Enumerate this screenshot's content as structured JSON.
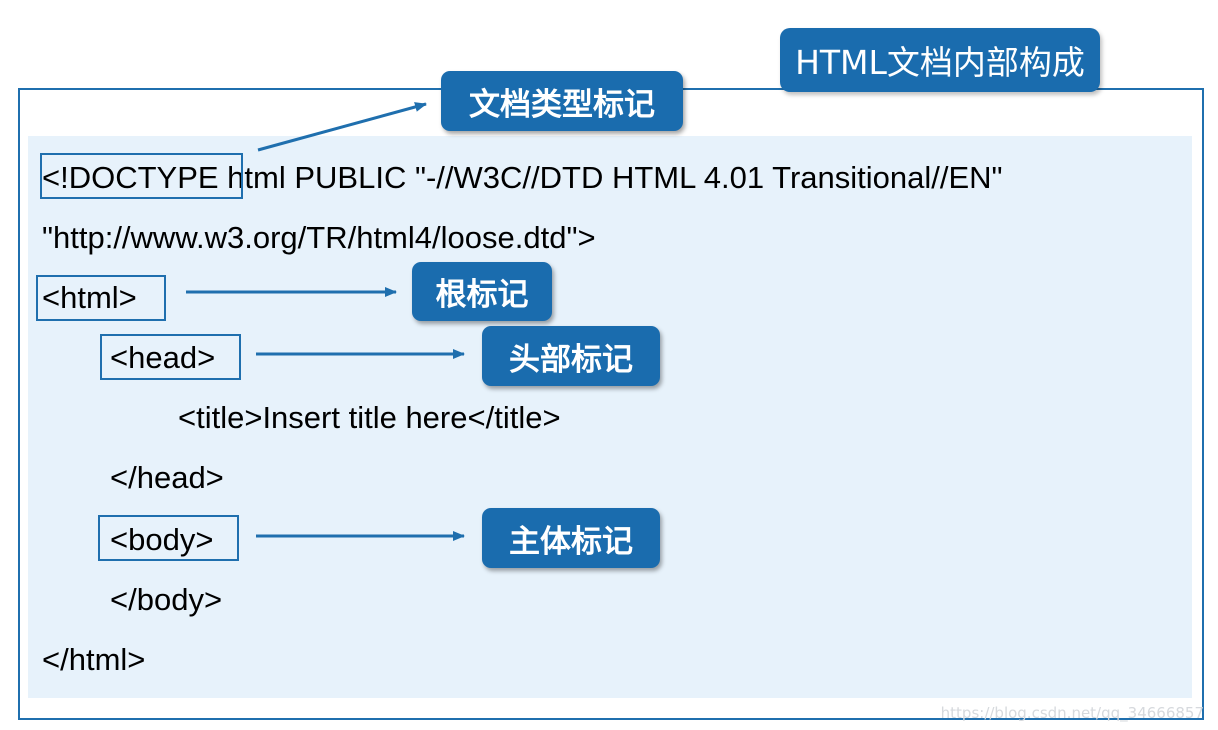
{
  "title": "HTML文档内部构成",
  "code_lines": [
    "<!DOCTYPE html PUBLIC \"-//W3C//DTD HTML 4.01 Transitional//EN\"",
    "\"http://www.w3.org/TR/html4/loose.dtd\">",
    "<html>",
    "<head>",
    "<title>Insert title here</title>",
    "</head>",
    "<body>",
    "</body>",
    "</html>"
  ],
  "labels": {
    "doctype": "文档类型标记",
    "root": "根标记",
    "head": "头部标记",
    "body": "主体标记"
  },
  "watermark": "https://blog.csdn.net/qq_34666857",
  "colors": {
    "accent": "#1a6cae",
    "code_background": "#e7f2fb",
    "box_border": "#1f6fae"
  }
}
